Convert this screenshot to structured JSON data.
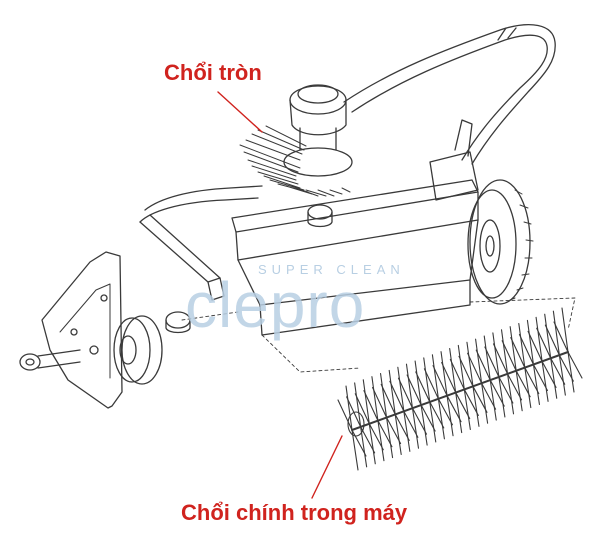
{
  "labels": {
    "side_brush": "Chổi tròn",
    "main_brush": "Chổi chính trong máy"
  },
  "watermark": {
    "tagline": "SUPER CLEAN",
    "brand": "clepro"
  },
  "colors": {
    "label": "#d0231e",
    "line": "#3a3a3a",
    "watermark": "#b8cfe3"
  }
}
